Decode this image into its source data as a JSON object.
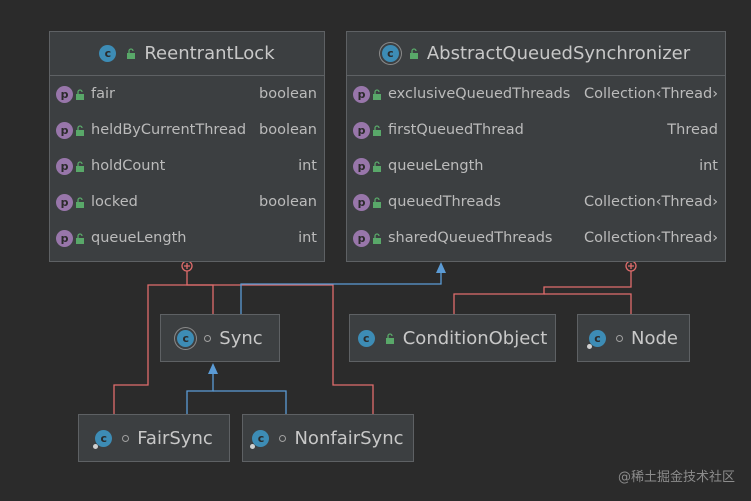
{
  "colors": {
    "background": "#2b2b2b",
    "box": "#3c3f41",
    "inner_class_line": "#e06c6c",
    "inheritance_line": "#5b9bd5",
    "property_icon": "#9876aa",
    "class_icon": "#3d8cb5"
  },
  "reentrant_lock": {
    "title": "ReentrantLock",
    "icon": "class-icon",
    "fields": [
      {
        "name": "fair",
        "type": "boolean"
      },
      {
        "name": "heldByCurrentThread",
        "type": "boolean"
      },
      {
        "name": "holdCount",
        "type": "int"
      },
      {
        "name": "locked",
        "type": "boolean"
      },
      {
        "name": "queueLength",
        "type": "int"
      }
    ]
  },
  "aqs": {
    "title": "AbstractQueuedSynchronizer",
    "icon": "abstract-class-icon",
    "fields": [
      {
        "name": "exclusiveQueuedThreads",
        "type": "Collection‹Thread›"
      },
      {
        "name": "firstQueuedThread",
        "type": "Thread"
      },
      {
        "name": "queueLength",
        "type": "int"
      },
      {
        "name": "queuedThreads",
        "type": "Collection‹Thread›"
      },
      {
        "name": "sharedQueuedThreads",
        "type": "Collection‹Thread›"
      }
    ]
  },
  "sync": {
    "title": "Sync",
    "icon": "abstract-static-class-icon"
  },
  "condition_object": {
    "title": "ConditionObject",
    "icon": "class-icon"
  },
  "node": {
    "title": "Node",
    "icon": "static-class-icon"
  },
  "fair_sync": {
    "title": "FairSync",
    "icon": "static-class-icon"
  },
  "nonfair_sync": {
    "title": "NonfairSync",
    "icon": "static-class-icon"
  },
  "property_letter": "p",
  "class_letter": "c",
  "watermark": "@稀土掘金技术社区"
}
